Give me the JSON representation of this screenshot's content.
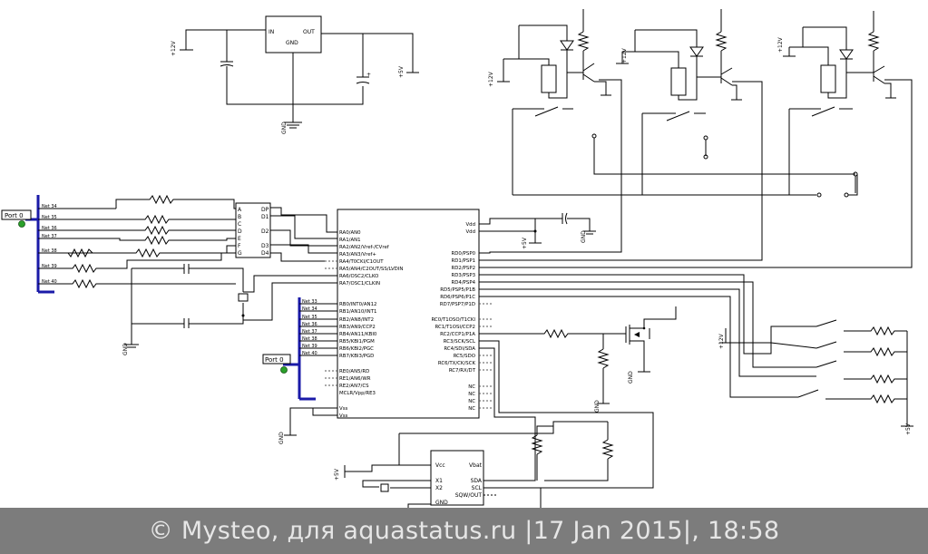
{
  "regulator": {
    "in": "IN",
    "out": "OUT",
    "gnd": "GND"
  },
  "power": {
    "v12": "+12V",
    "v5": "+5V",
    "gnd": "GND"
  },
  "port_left": "Port 0",
  "port_bus": "Port 0",
  "nets_left": [
    "Net 34",
    "Net 35",
    "Net 36",
    "Net 37",
    "Net 38",
    "Net 39",
    "Net 40"
  ],
  "nets_right": [
    "Net 33",
    "Net 34",
    "Net 35",
    "Net 36",
    "Net 37",
    "Net 38",
    "Net 39",
    "Net 40"
  ],
  "seg_pins_left": [
    "A",
    "B",
    "C",
    "D",
    "E",
    "F",
    "G"
  ],
  "seg_pins_right": [
    "DP",
    "D1",
    "D2",
    "D3",
    "D4"
  ],
  "mcu": {
    "left": [
      "RA0/AN0",
      "RA1/AN1",
      "RA2/AN2/Vref-/CVref",
      "RA3/AN3/Vref+",
      "RA4/T0CKI/C1OUT",
      "RA5/AN4/C2OUT/SS/LVDIN",
      "RA6/OSC2/CLKO",
      "RA7/OSC1/CLKIN",
      "RB0/INT0/AN12",
      "RB1/AN10/INT1",
      "RB2/AN8/INT2",
      "RB3/AN9/CCP2",
      "RB4/AN11/KBI0",
      "RB5/KBI1/PGM",
      "RB6/KBI2/PGC",
      "RB7/KBI3/PGD",
      "RE0/AN5/RD",
      "RE1/AN6/WR",
      "RE2/AN7/CS",
      "MCLR/Vpp/RE3",
      "Vss",
      "Vss"
    ],
    "right": [
      "Vdd",
      "Vdd",
      "RD0/PSP0",
      "RD1/PSP1",
      "RD2/PSP2",
      "RD3/PSP3",
      "RD4/PSP4",
      "RD5/PSP5/P1B",
      "RD6/PSP6/P1C",
      "RD7/PSP7/P1D",
      "RC0/T1OSO/T1CKI",
      "RC1/T1OSI/CCP2",
      "RC2/CCP1/P1A",
      "RC3/SCK/SCL",
      "RC4/SDI/SDA",
      "RC5/SDO",
      "RC6/TX/CK/SCK",
      "RC7/RX/DT",
      "NC",
      "NC",
      "NC",
      "NC"
    ]
  },
  "rtc": {
    "left": [
      "Vcc",
      "X1",
      "X2",
      "GND"
    ],
    "right": [
      "Vbat",
      "SDA",
      "SCL",
      "SQW/OUT"
    ]
  },
  "footer": "© Mysteo, для aquastatus.ru |17 Jan 2015|, 18:58"
}
